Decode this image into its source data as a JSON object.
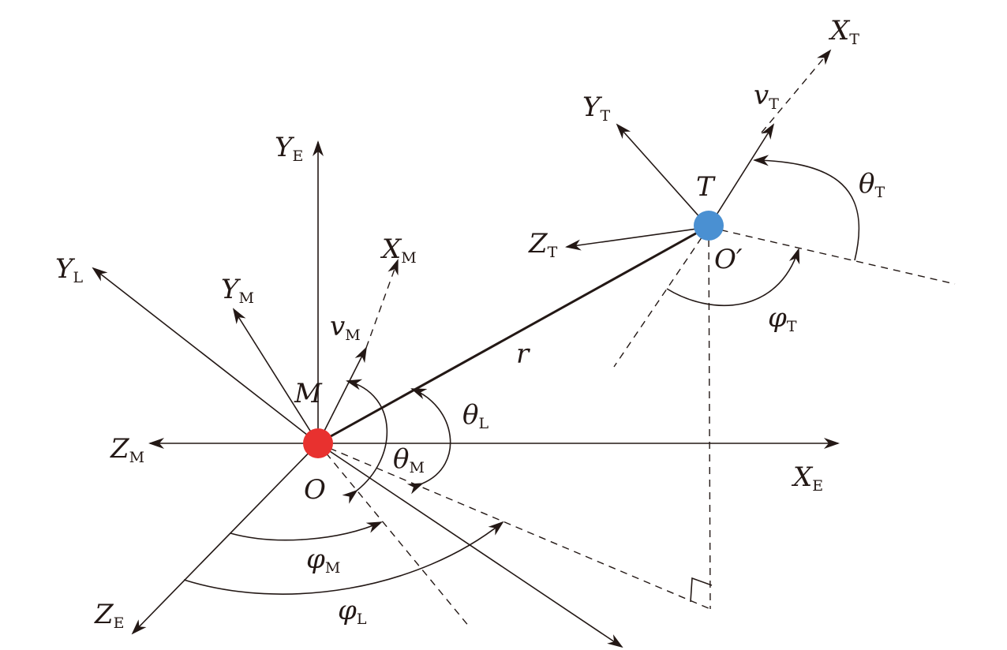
{
  "labels": {
    "YE": {
      "main": "Y",
      "sub": "E"
    },
    "XE": {
      "main": "X",
      "sub": "E"
    },
    "ZE": {
      "main": "Z",
      "sub": "E"
    },
    "ZM": {
      "main": "Z",
      "sub": "M"
    },
    "YL": {
      "main": "Y",
      "sub": "L"
    },
    "YM": {
      "main": "Y",
      "sub": "M"
    },
    "XM": {
      "main": "X",
      "sub": "M"
    },
    "vM": {
      "main": "v",
      "sub": "M"
    },
    "M": "M",
    "O": "O",
    "r": "r",
    "thetaL": {
      "main": "θ",
      "sub": "L"
    },
    "thetaM": {
      "main": "θ",
      "sub": "M"
    },
    "phiM": {
      "main": "φ",
      "sub": "M"
    },
    "phiL": {
      "main": "φ",
      "sub": "L"
    },
    "T": "T",
    "Oprime": "O′",
    "YT": {
      "main": "Y",
      "sub": "T"
    },
    "XT": {
      "main": "X",
      "sub": "T"
    },
    "vT": {
      "main": "v",
      "sub": "T"
    },
    "ZT": {
      "main": "Z",
      "sub": "T"
    },
    "thetaT": {
      "main": "θ",
      "sub": "T"
    },
    "phiT": {
      "main": "φ",
      "sub": "T"
    }
  },
  "colors": {
    "missile": "#e8312f",
    "target": "#4a90d2",
    "line": "#231815"
  }
}
